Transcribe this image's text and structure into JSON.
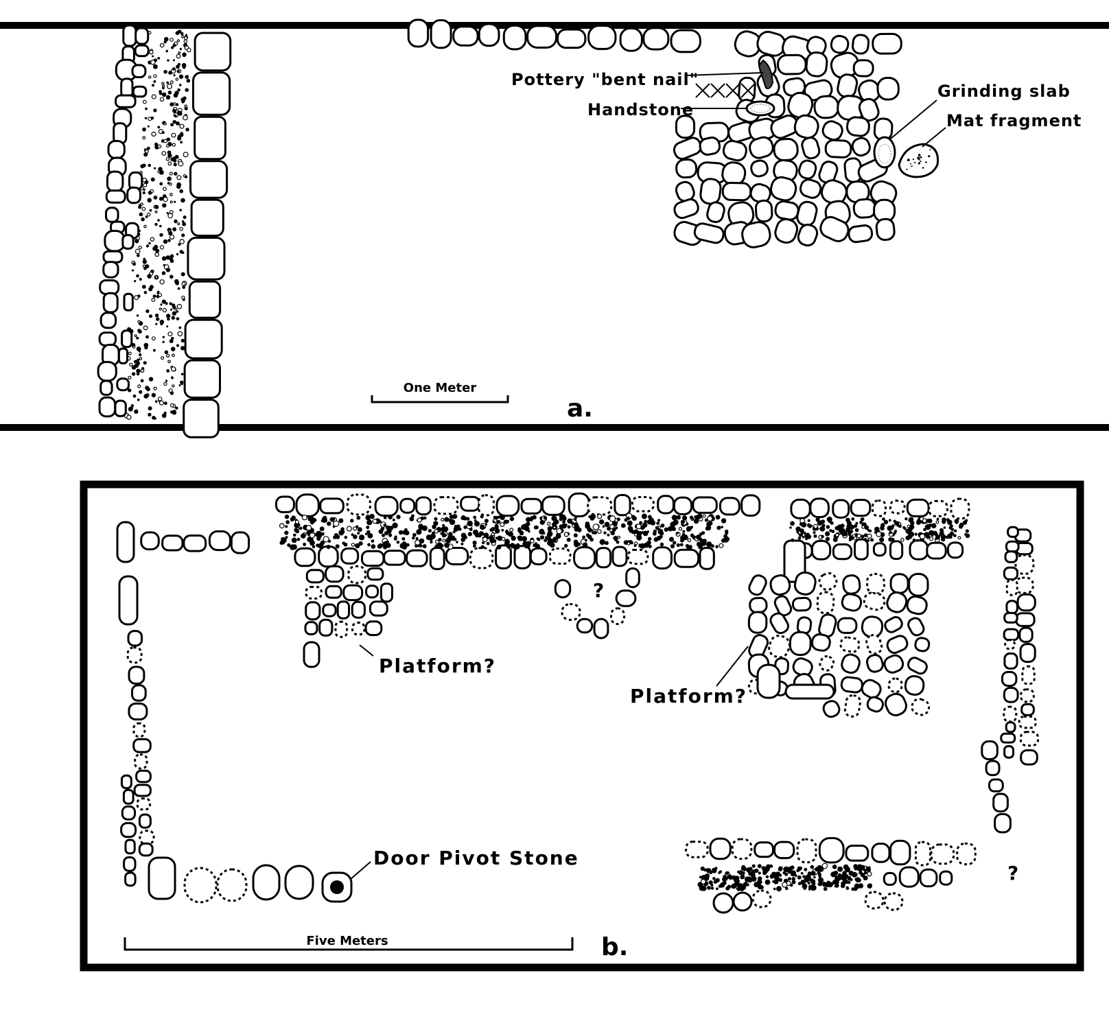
{
  "panel_a": {
    "letter": "a.",
    "scale_label": "One Meter",
    "labels": {
      "pottery": "Pottery \"bent nail\"",
      "handstone": "Handstone",
      "grinding": "Grinding slab",
      "mat": "Mat fragment"
    }
  },
  "panel_b": {
    "letter": "b.",
    "scale_label": "Five Meters",
    "labels": {
      "platform_left": "Platform?",
      "platform_right": "Platform?",
      "pivot": "Door Pivot Stone",
      "q_center": "?",
      "q_right": "?"
    }
  }
}
